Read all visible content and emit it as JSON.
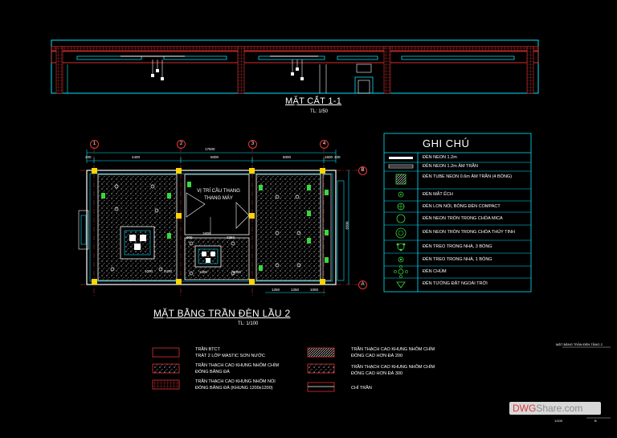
{
  "section": {
    "title": "MẶT CẮT 1-1",
    "scale": "TL: 1/50"
  },
  "plan": {
    "title": "MẶT BẰNG TRẦN ĐÈN LẦU 2",
    "scale": "TL: 1/100",
    "grid_top": [
      "1",
      "2",
      "3",
      "4"
    ],
    "grid_right": [
      "B",
      "A"
    ],
    "dims_top_total": "17600",
    "dims_top": [
      "400",
      "4400",
      "5000",
      "5000",
      "1600",
      "400"
    ],
    "dims_right": "8300",
    "dims_bottom": [
      "1250",
      "1250",
      "1000"
    ],
    "inner_dims": [
      "900",
      "1600",
      "2350",
      "2400",
      "1000",
      "1500",
      "2000"
    ],
    "room_labels": {
      "stair": "VỊ TRÍ CẦU THANG",
      "elevator": "THANG MÁY"
    }
  },
  "legend": {
    "title": "GHI CHÚ",
    "items": [
      "ĐÈN NEON 1.2m",
      "ĐÈN NEON 1.2m ÂM TRẦN",
      "ĐÈN TUBE NEON 0.6m ÂM TRẦN (4 BÓNG)",
      "ĐÈN MẮT ẾCH",
      "ĐÈN LON NỔI, BÓNG ĐÈN COMPACT",
      "ĐÈN NEON TRÒN TRONG CHÓA MICA",
      "ĐÈN NEON TRÒN TRONG CHÓA THỦY TINH",
      "ĐÈN TREO TRONG NHÀ, 3 BÓNG",
      "ĐÈN TREO TRONG NHÀ, 1 BÓNG",
      "ĐÈN CHÙM",
      "ĐÈN TƯỜNG ĐẶT NGOÀI TRỜI"
    ]
  },
  "keys": {
    "k1a": "TRẦN BTCT",
    "k1b": "TRÁT 2 LỚP MASTIC SƠN NƯỚC",
    "k2a": "TRẦN THẠCH CAO KHUNG NHÔM CHÌM",
    "k2b": "ĐÓNG BĂNG ĐÁ",
    "k3a": "TRẦN THẠCH CAO KHUNG NHÔM NỔI",
    "k3b": "ĐÓNG BĂNG ĐÁ  (KHUNG 1200x1200)",
    "k4a": "TRẦN THẠCH CAO KHUNG NHÔM CHÌM",
    "k4b": "ĐÓNG CAO HƠN ĐÁ 200",
    "k5a": "TRẦN THẠCH CAO KHUNG NHÔM CHÌM",
    "k5b": "ĐÓNG CAO HƠN ĐÁ 300",
    "k6": "CHỈ TRẦN"
  },
  "sheet": {
    "title": "MẶT BẰNG TRẦN ĐÈN TẦNG 2",
    "scale": "1/100",
    "code": "B"
  },
  "logo": {
    "part1": "DWG",
    "part2": "Share.com"
  },
  "colors": {
    "red": "#e03030",
    "cyan": "#00e5ff",
    "yellow": "#ffd400",
    "green": "#3bd83b",
    "white": "#ffffff"
  }
}
